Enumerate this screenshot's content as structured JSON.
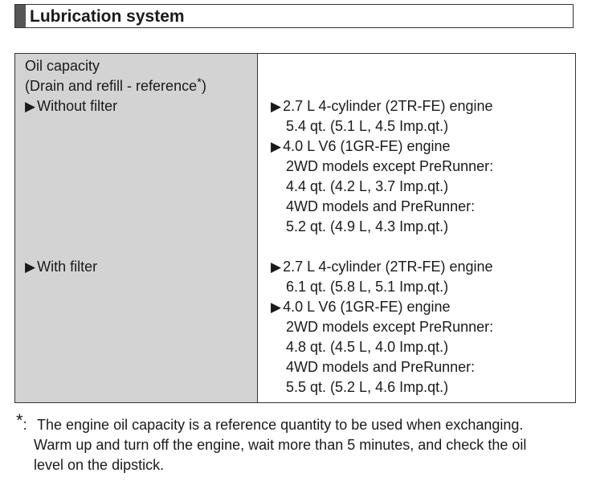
{
  "section": {
    "title": "Lubrication system"
  },
  "table": {
    "label": {
      "line1": "Oil capacity",
      "line2_text": "(Drain and refill - reference",
      "line2_sup": "*",
      "line2_close": ")"
    },
    "rows": [
      {
        "condition": "Without filter",
        "lines": [
          {
            "arrow": true,
            "text": "2.7 L 4-cylinder (2TR-FE) engine"
          },
          {
            "arrow": false,
            "text": "5.4 qt. (5.1 L, 4.5 Imp.qt.)"
          },
          {
            "arrow": true,
            "text": "4.0 L V6 (1GR-FE) engine"
          },
          {
            "arrow": false,
            "text": "2WD models except PreRunner:"
          },
          {
            "arrow": false,
            "text": "4.4 qt. (4.2 L, 3.7 Imp.qt.)"
          },
          {
            "arrow": false,
            "text": "4WD models and PreRunner:"
          },
          {
            "arrow": false,
            "text": "5.2 qt. (4.9 L, 4.3 Imp.qt.)"
          }
        ]
      },
      {
        "condition": "With filter",
        "lines": [
          {
            "arrow": true,
            "text": "2.7 L 4-cylinder (2TR-FE) engine"
          },
          {
            "arrow": false,
            "text": "6.1 qt. (5.8 L, 5.1 Imp.qt.)"
          },
          {
            "arrow": true,
            "text": "4.0 L V6 (1GR-FE) engine"
          },
          {
            "arrow": false,
            "text": "2WD models except PreRunner:"
          },
          {
            "arrow": false,
            "text": "4.8 qt. (4.5 L, 4.0 Imp.qt.)"
          },
          {
            "arrow": false,
            "text": "4WD models and PreRunner:"
          },
          {
            "arrow": false,
            "text": "5.5 qt. (5.2 L, 4.6 Imp.qt.)"
          }
        ]
      }
    ]
  },
  "footnote": {
    "marker": "*",
    "colon": ":",
    "line1": "The engine oil capacity is a reference quantity to be used when exchanging.",
    "line2": "Warm up and turn off the engine, wait more than 5 minutes, and check the oil",
    "line3": "level on the dipstick."
  }
}
